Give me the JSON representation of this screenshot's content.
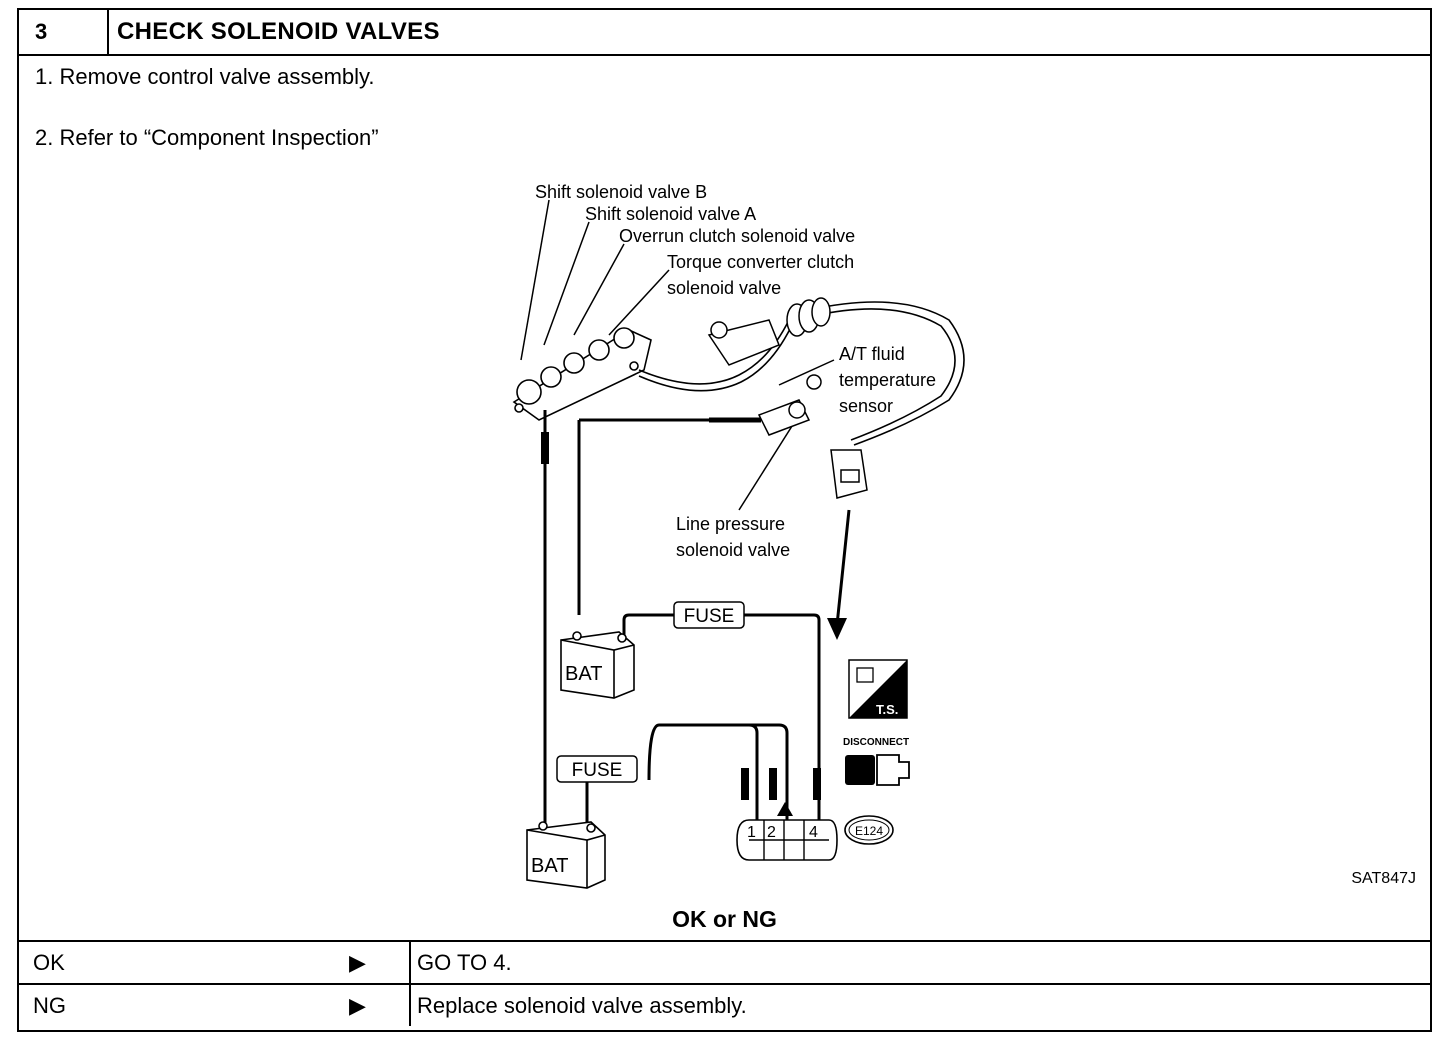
{
  "header": {
    "step_number": "3",
    "title": "CHECK SOLENOID VALVES"
  },
  "steps": [
    "1.  Remove control valve assembly.",
    "2.  Refer to “Component Inspection”"
  ],
  "figure": {
    "labels": {
      "shift_b": "Shift solenoid valve B",
      "shift_a": "Shift solenoid valve A",
      "overrun": "Overrun clutch solenoid valve",
      "tcc_1": "Torque converter clutch",
      "tcc_2": "solenoid valve",
      "atf_1": "A/T fluid",
      "atf_2": "temperature",
      "atf_3": "sensor",
      "line_1": "Line pressure",
      "line_2": "solenoid valve",
      "fuse": "FUSE",
      "bat": "BAT",
      "pin1": "1",
      "pin2": "2",
      "pin4": "4",
      "ts": "T.S.",
      "disconnect": "DISCONNECT",
      "connector": "E124"
    },
    "code": "SAT847J"
  },
  "result": {
    "heading": "OK or NG",
    "rows": [
      {
        "label": "OK",
        "arrow": "▶",
        "action": "GO TO 4."
      },
      {
        "label": "NG",
        "arrow": "▶",
        "action": "Replace solenoid valve assembly."
      }
    ]
  }
}
